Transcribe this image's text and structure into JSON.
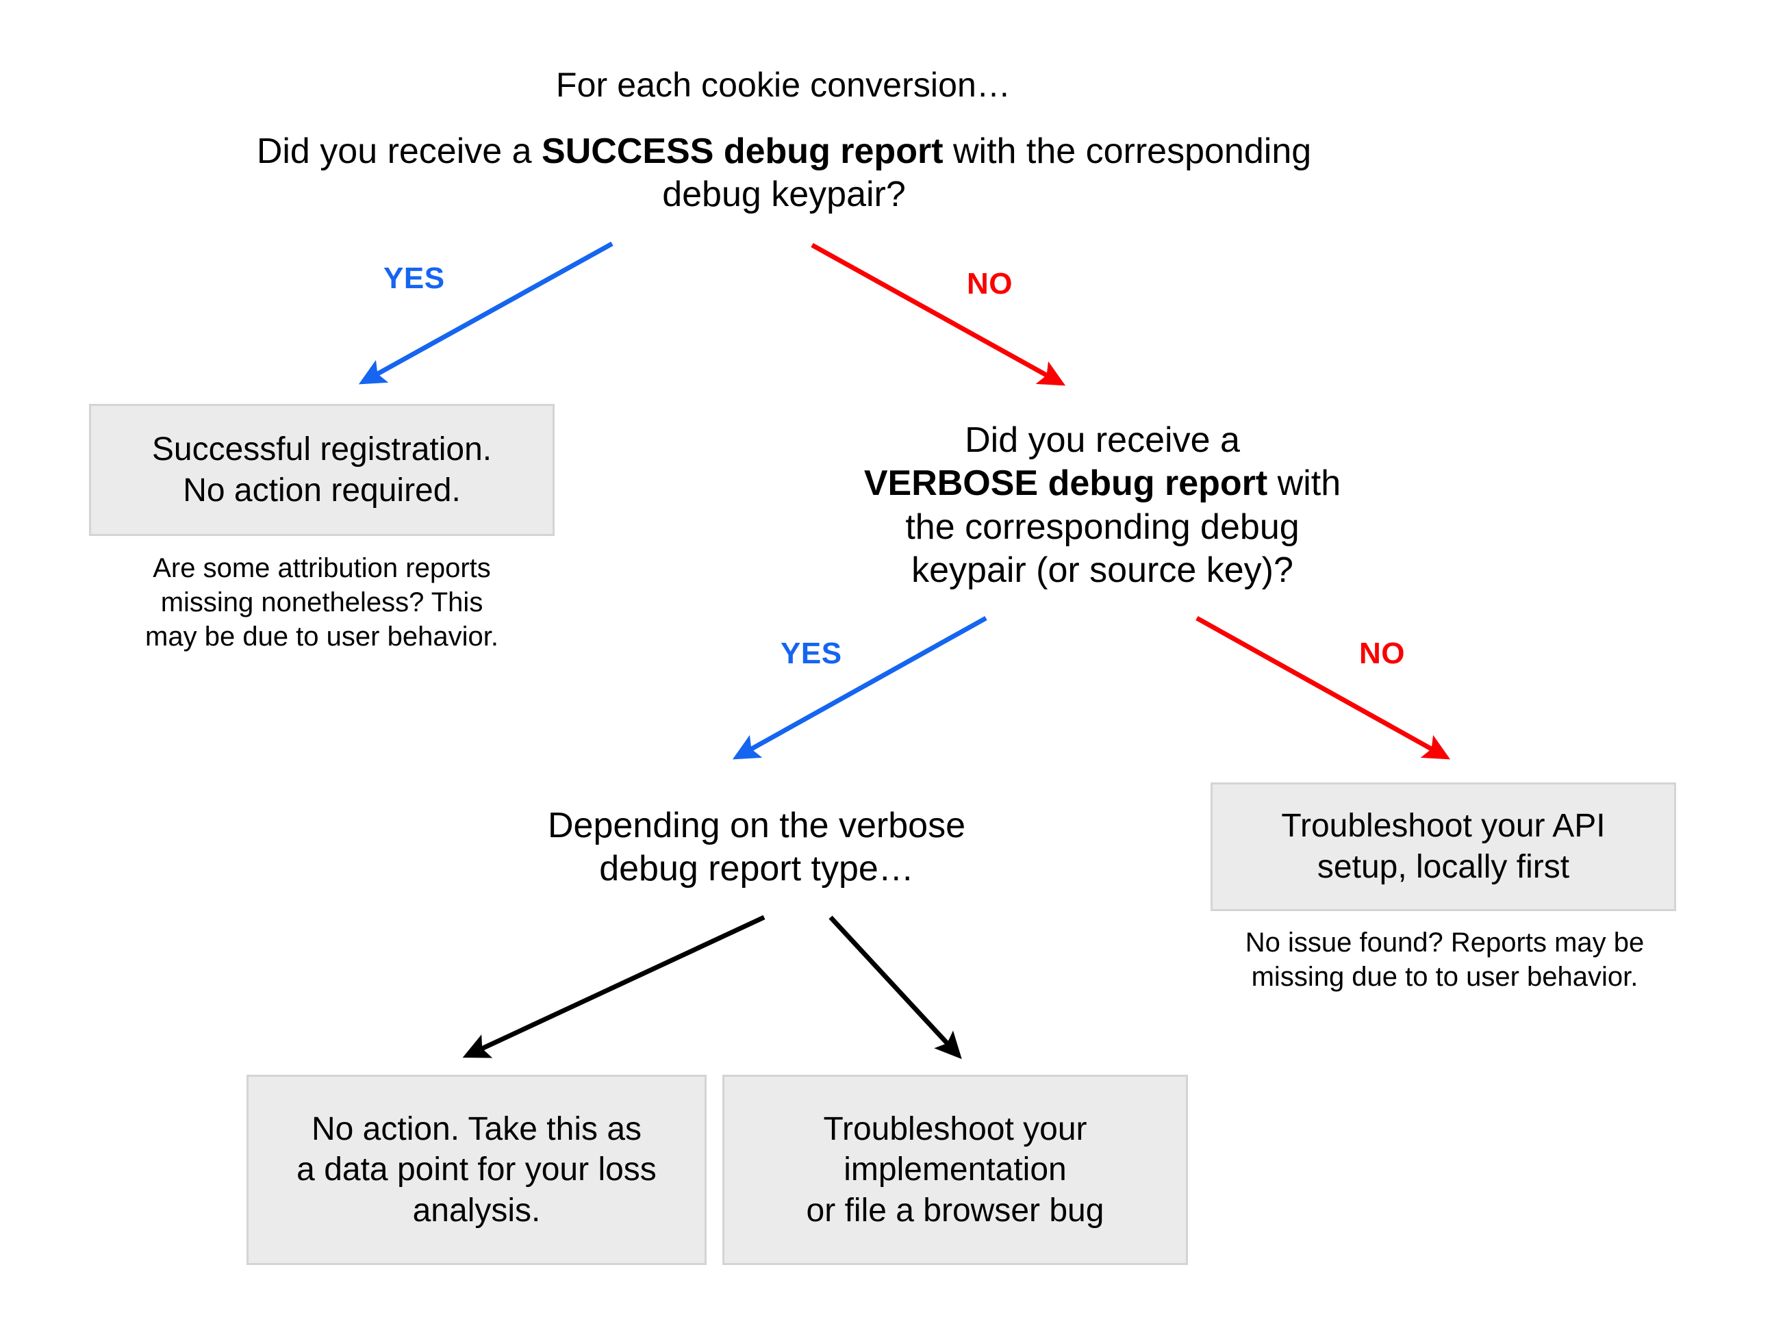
{
  "diagram": {
    "title": "For each cookie conversion…",
    "background": "#ffffff",
    "colors": {
      "yes": "#1565f0",
      "no": "#fa0000",
      "box_fill": "#ebebeb",
      "box_border": "#d4d4d4",
      "arrow_default": "#000000",
      "text": "#000000"
    },
    "nodes": {
      "root_question": {
        "text_before_bold": "Did you receive a ",
        "bold": "SUCCESS debug report",
        "text_after_bold": " with the corresponding debug keypair?"
      },
      "success_box": "Successful registration.\nNo action required.",
      "success_caption": "Are some attribution reports\nmissing nonetheless? This\nmay be due to user behavior.",
      "verbose_question": {
        "text_before_bold": "Did you receive a\n",
        "bold": "VERBOSE debug report",
        "text_after_bold": " with\nthe corresponding debug\nkeypair (or source key)?"
      },
      "api_box": "Troubleshoot your API\nsetup, locally first",
      "api_caption": "No issue found? Reports may be\nmissing due to to user behavior.",
      "verbose_type_note": "Depending on the verbose\ndebug report type…",
      "no_action_box": "No action. Take this as\na data point for your loss\nanalysis.",
      "troubleshoot_box": "Troubleshoot your\nimplementation\nor file a browser bug"
    },
    "edges": [
      {
        "id": "root-yes",
        "label": "YES",
        "color": "#1565f0",
        "from": "root_question",
        "to": "success_box"
      },
      {
        "id": "root-no",
        "label": "NO",
        "color": "#fa0000",
        "from": "root_question",
        "to": "verbose_question"
      },
      {
        "id": "verbose-yes",
        "label": "YES",
        "color": "#1565f0",
        "from": "verbose_question",
        "to": "verbose_type_note"
      },
      {
        "id": "verbose-no",
        "label": "NO",
        "color": "#fa0000",
        "from": "verbose_question",
        "to": "api_box"
      },
      {
        "id": "type-left",
        "label": "",
        "color": "#000000",
        "from": "verbose_type_note",
        "to": "no_action_box"
      },
      {
        "id": "type-right",
        "label": "",
        "color": "#000000",
        "from": "verbose_type_note",
        "to": "troubleshoot_box"
      }
    ]
  }
}
